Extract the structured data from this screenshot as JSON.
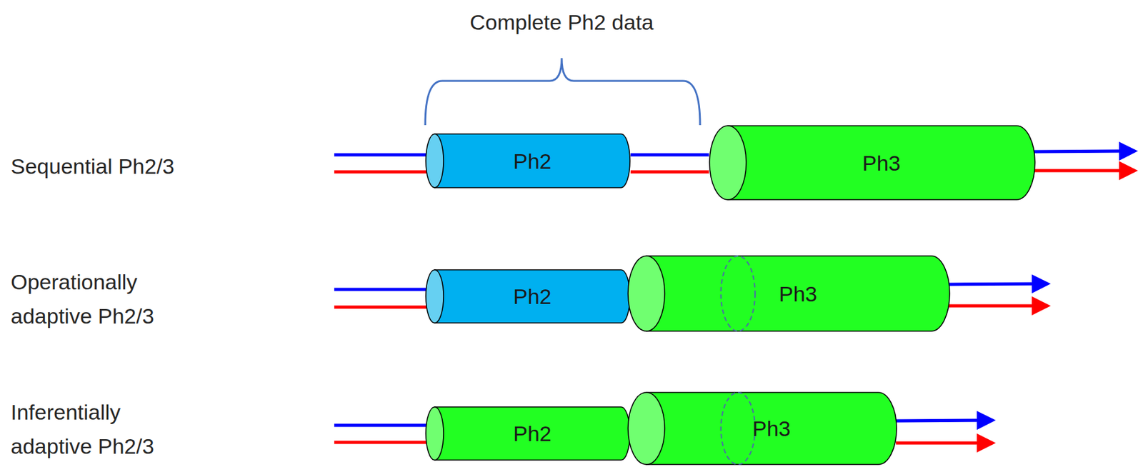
{
  "diagram": {
    "nodes": [
      {
        "text": [
          "Ph2"
        ]
      },
      {
        "text": [
          "Ph3"
        ]
      },
      {
        "text": [
          "Ph2"
        ]
      },
      {
        "text": [
          "Ph3"
        ]
      },
      {
        "text": [
          "Ph2"
        ]
      },
      {
        "text": [
          "Ph3"
        ]
      }
    ],
    "edges": [
      {
        "from": 0,
        "to": 1,
        "arrow": "none"
      },
      {
        "from": 0,
        "to": 1,
        "arrow": "none"
      }
    ],
    "labels": [
      "Complete Ph2 data",
      "Sequential Ph2/3",
      "Operationally adaptive Ph2/3",
      "Inferentially adaptive Ph2/3"
    ]
  }
}
